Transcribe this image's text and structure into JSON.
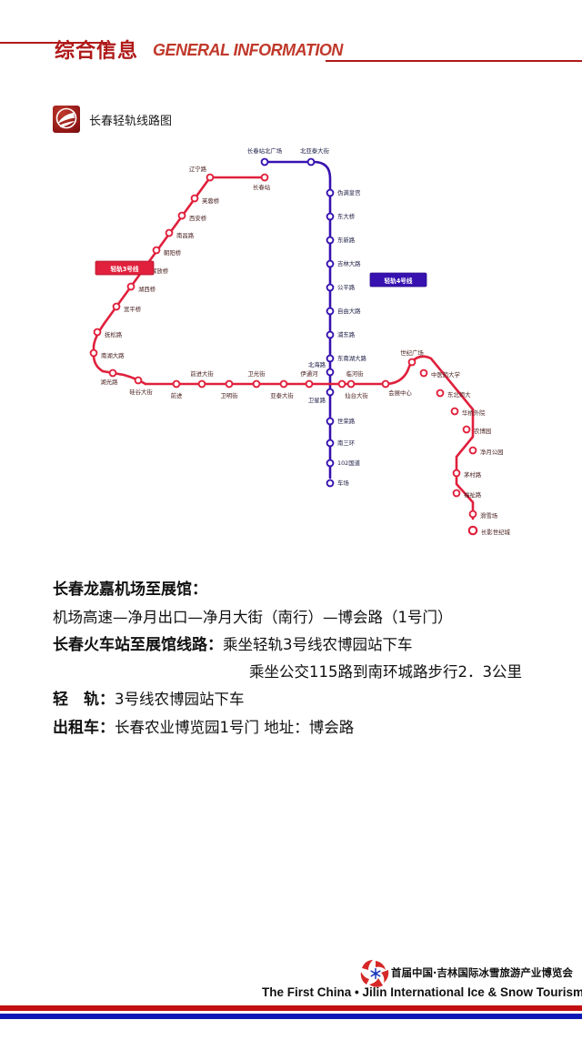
{
  "header": {
    "title_cn": "综合信息",
    "title_en": "GENERAL INFORMATION",
    "accent_color": "#b01a1a"
  },
  "map": {
    "title": "长春轻轨线路图",
    "logo_name": "changchun-rail-logo",
    "line3": {
      "badge": "轻轨3号线",
      "color": "#e0203c",
      "stations": [
        "辽宁路",
        "长春站",
        "芙蓉桥",
        "西安桥",
        "南昌路",
        "朝阳桥",
        "解放桥",
        "湖西桥",
        "宽平桥",
        "抚松路",
        "南湖大路",
        "湖光路",
        "硅谷大街",
        "前进",
        "前进大街",
        "卫明街",
        "卫光街",
        "亚泰大街",
        "伊通河",
        "北海路",
        "卫星路",
        "临河街",
        "仙台大街",
        "会展中心",
        "世纪广场",
        "中医药大学",
        "东北师大",
        "华桥外院",
        "农博园",
        "净月公园",
        "茅村路",
        "福祉路",
        "滑雪场",
        "长影世纪城"
      ]
    },
    "line4": {
      "badge": "轻轨4号线",
      "color": "#3712b0",
      "stations": [
        "长春站北广场",
        "北亚泰大街",
        "伪满皇宫",
        "东大桥",
        "东新路",
        "吉林大路",
        "公平路",
        "自由大路",
        "浦东路",
        "东南湖大路",
        "临河街",
        "世荣路",
        "南三环",
        "102国道",
        "车场"
      ]
    }
  },
  "info": {
    "airport_label": "长春龙嘉机场至展馆：",
    "airport_route": "机场高速—净月出口—净月大街（南行）—博会路（1号门）",
    "station_label": "长春火车站至展馆线路：",
    "station_route": "乘坐轻轨3号线农博园站下车",
    "station_route_2": "乘坐公交115路到南环城路步行2．3公里",
    "rail_label": "轻　轨：",
    "rail_value": "3号线农博园站下车",
    "taxi_label": "出租车：",
    "taxi_value": "长春农业博览园1号门 地址：博会路"
  },
  "footer": {
    "expo_cn": "首届中国·吉林国际冰雪旅游产业博览会",
    "expo_en": "The First China • Jilin International Ice & Snow Tourism Industry Expo",
    "logo_name": "expo-snowflake-logo",
    "bar_red": "#c20f12",
    "bar_blue": "#0d19b5"
  }
}
